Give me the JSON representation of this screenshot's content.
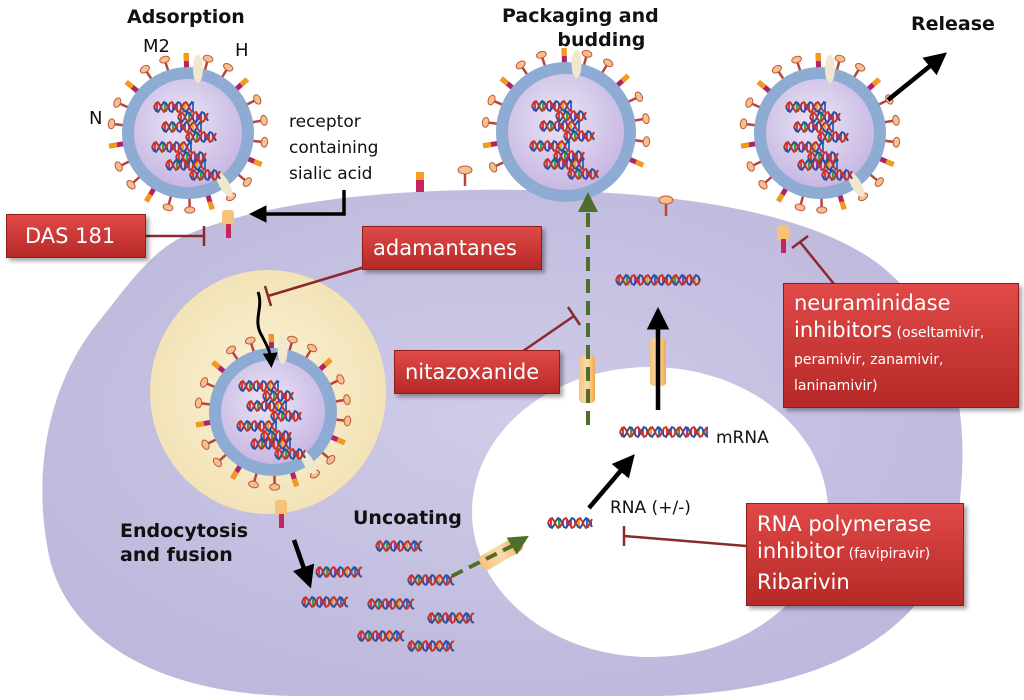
{
  "stages": {
    "adsorption": "Adsorption",
    "packaging": [
      "Packaging and",
      "budding"
    ],
    "release": "Release",
    "endocytosis": [
      "Endocytosis",
      "and fusion"
    ],
    "uncoating": "Uncoating"
  },
  "labels": {
    "m2": "M2",
    "h": "H",
    "n": "N",
    "receptor": [
      "receptor",
      "containing",
      "sialic acid"
    ],
    "mrna": "mRNA",
    "rna": "RNA (+/-)"
  },
  "drugs": {
    "das181": "DAS 181",
    "adamantanes": "adamantanes",
    "nitazoxanide": "nitazoxanide",
    "neuraminidase": {
      "line1": "neuraminidase",
      "line2_big": "inhibitors",
      "line2_small": " (oseltamivir,",
      "line3": "peramivir, zanamivir,",
      "line4": "laninamivir)"
    },
    "polymerase": {
      "line1": "RNA polymerase",
      "line2_big": "inhibitor",
      "line2_small": " (favipiravir)",
      "line3": "Ribarivin"
    }
  },
  "colors": {
    "cell": "#c4c0e0",
    "endosome": "#f7ebc7",
    "nucleus": "#ffffff",
    "virus_envelope": "#8eabd3",
    "virus_core": "#d8ccec",
    "drug_box": "#c8302e",
    "inhibit_line": "#8b2a2a",
    "transport_arrow": "#4e6e2b"
  }
}
